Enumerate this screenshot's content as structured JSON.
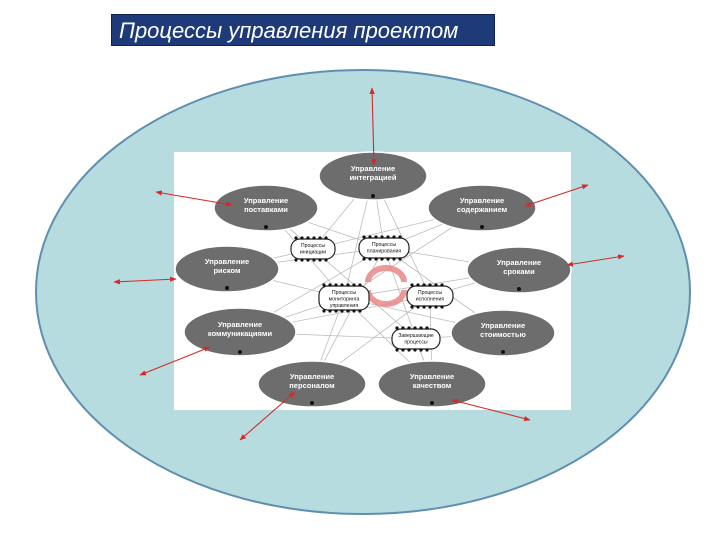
{
  "title": "Процессы управления проектом",
  "colors": {
    "title_bg": "#1e3a78",
    "outer_fill": "#b7dce0",
    "outer_stroke": "#5f8fb0",
    "arrow": "#d62a2a",
    "node_fill": "#6d6d6d",
    "process_fill": "#ffffff"
  },
  "nodes": [
    {
      "id": "integration",
      "lines": [
        "Управление",
        "интеграцией"
      ]
    },
    {
      "id": "supply",
      "lines": [
        "Управление",
        "поставками"
      ]
    },
    {
      "id": "scope",
      "lines": [
        "Управление",
        "содержанием"
      ]
    },
    {
      "id": "risk",
      "lines": [
        "Управление",
        "риском"
      ]
    },
    {
      "id": "time",
      "lines": [
        "Управление",
        "сроками"
      ]
    },
    {
      "id": "communications",
      "lines": [
        "Управление",
        "коммуникациями"
      ]
    },
    {
      "id": "cost",
      "lines": [
        "Управление",
        "стоимостью"
      ]
    },
    {
      "id": "personnel",
      "lines": [
        "Управление",
        "персоналом"
      ]
    },
    {
      "id": "quality",
      "lines": [
        "Управление",
        "качеством"
      ]
    }
  ],
  "process_groups": [
    {
      "id": "initiation",
      "lines": [
        "Процессы",
        "инициации"
      ]
    },
    {
      "id": "planning",
      "lines": [
        "Процессы",
        "планирования"
      ]
    },
    {
      "id": "control",
      "lines": [
        "Процессы",
        "мониторинга",
        "управления"
      ]
    },
    {
      "id": "execution",
      "lines": [
        "Процессы",
        "исполнения"
      ]
    },
    {
      "id": "closing",
      "lines": [
        "Завершающие",
        "процессы"
      ]
    }
  ]
}
